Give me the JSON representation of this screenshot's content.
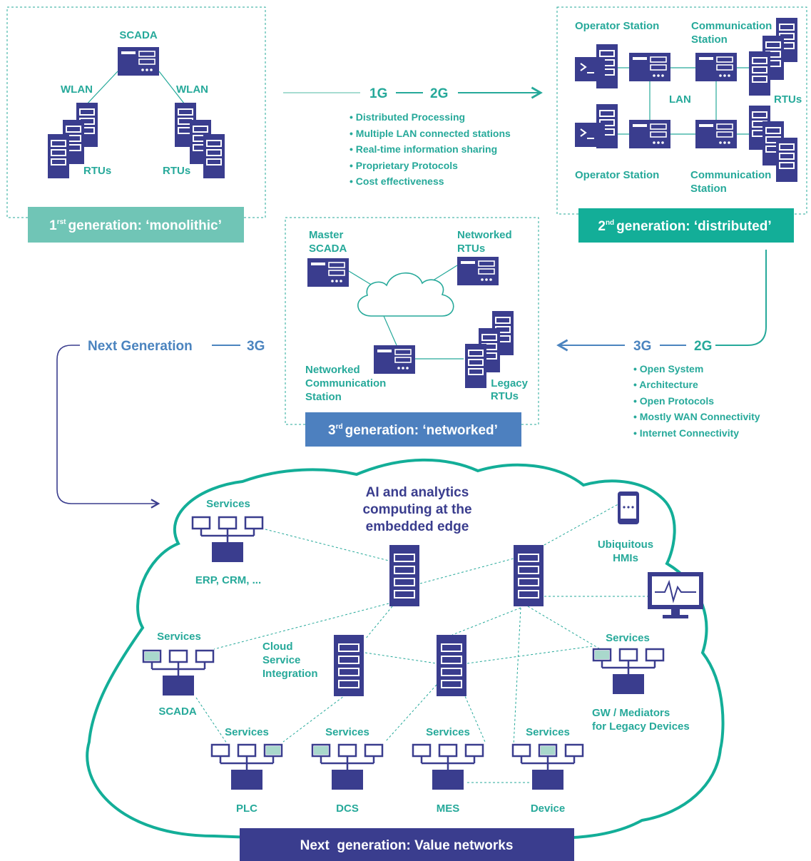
{
  "colors": {
    "teal": "#26a99a",
    "teal_light": "#70c5b6",
    "teal_band": "#13ae98",
    "navy": "#3a3d8e",
    "blue": "#4b84bf",
    "blue_band": "#4d80bf",
    "screen_fill": "#a9d8cc"
  },
  "gen1": {
    "scada_label": "SCADA",
    "wlan_left": "WLAN",
    "wlan_right": "WLAN",
    "rtus_left": "RTUs",
    "rtus_right": "RTUs",
    "band_num": "1",
    "band_sup": "rst",
    "band_text": "generation: ‘monolithic’"
  },
  "transition_1_2": {
    "from": "1G",
    "to": "2G",
    "bullets": [
      "Distributed Processing",
      "Multiple LAN connected stations",
      "Real-time information sharing",
      "Proprietary Protocols",
      "Cost effectiveness"
    ]
  },
  "gen2": {
    "operator_top": "Operator Station",
    "comm_top_1": "Communication",
    "comm_top_2": "Station",
    "lan": "LAN",
    "rtus": "RTUs",
    "operator_bottom": "Operator Station",
    "comm_bottom_1": "Communication",
    "comm_bottom_2": "Station",
    "band_num": "2",
    "band_sup": "nd",
    "band_text": "generation: ‘distributed’"
  },
  "transition_2_3": {
    "from": "3G",
    "to": "2G",
    "bullets": [
      "Open System",
      "Architecture",
      "Open Protocols",
      "Mostly WAN Connectivity",
      "Internet Connectivity"
    ]
  },
  "gen3": {
    "master_1": "Master",
    "master_2": "SCADA",
    "net_rtus_1": "Networked",
    "net_rtus_2": "RTUs",
    "net_comm_1": "Networked",
    "net_comm_2": "Communication",
    "net_comm_3": "Station",
    "legacy_1": "Legacy",
    "legacy_2": "RTUs",
    "band_num": "3",
    "band_sup": "rd",
    "band_text": "generation: ‘networked’"
  },
  "next_arrow": {
    "label": "Next Generation",
    "gen": "3G"
  },
  "next_gen": {
    "headline": [
      "AI and analytics",
      "computing at the",
      "embedded edge"
    ],
    "services_label": "Services",
    "erp": "ERP, CRM, ...",
    "hmi_1": "Ubiquitous",
    "hmi_2": "HMIs",
    "cloud_1": "Cloud",
    "cloud_2": "Service",
    "cloud_3": "Integration",
    "scada": "SCADA",
    "gw_1": "GW / Mediators",
    "gw_2": "for Legacy Devices",
    "plc": "PLC",
    "dcs": "DCS",
    "mes": "MES",
    "device": "Device",
    "band_text": "Next  generation: Value networks"
  }
}
